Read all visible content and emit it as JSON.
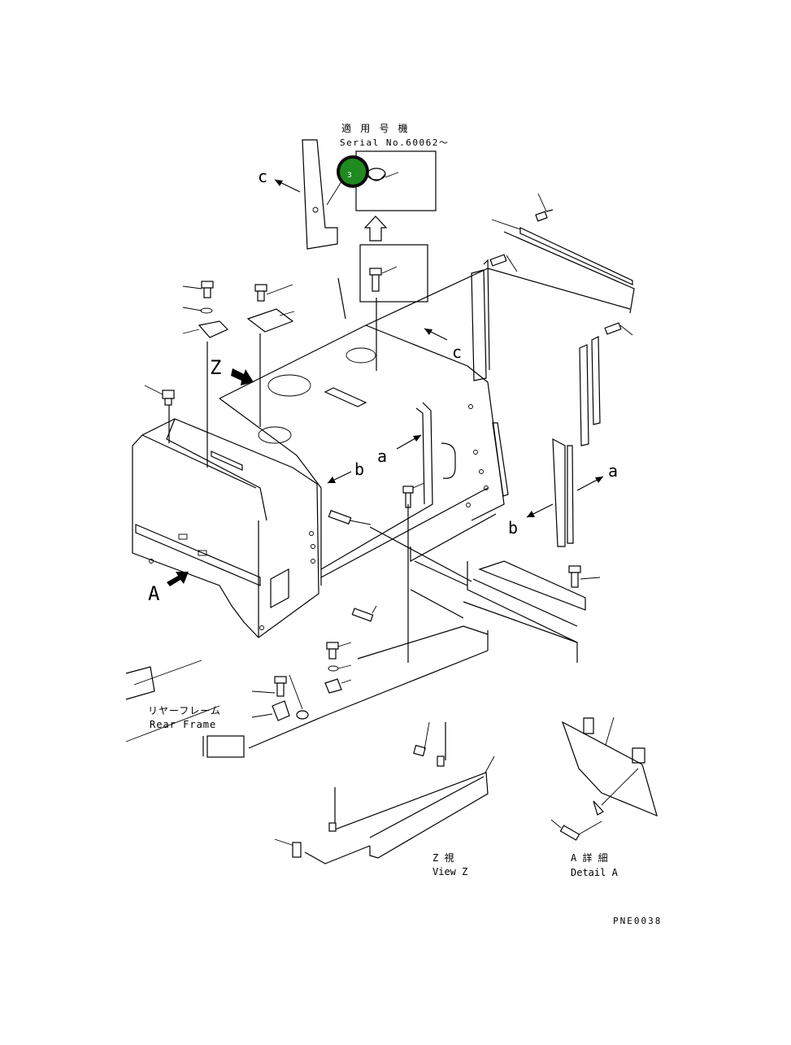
{
  "serial_note": {
    "jp": "適 用 号 機",
    "en": "Serial No.60062～"
  },
  "callout": {
    "number": "3",
    "fill_color": "#1f8a1f",
    "ring_color": "#0a0a0a"
  },
  "view_letters": {
    "c_left": "c",
    "c_right": "c",
    "Z": "Z",
    "a_left": "a",
    "a_right": "a",
    "b_left": "b",
    "b_right": "b",
    "A": "A"
  },
  "rear_frame": {
    "jp": "リヤーフレーム",
    "en": "Rear Frame"
  },
  "view_z": {
    "jp": "Z   視",
    "en": "View Z"
  },
  "detail_a": {
    "jp": "A  詳 細",
    "en": "Detail A"
  },
  "drawing_code": "PNE0038"
}
